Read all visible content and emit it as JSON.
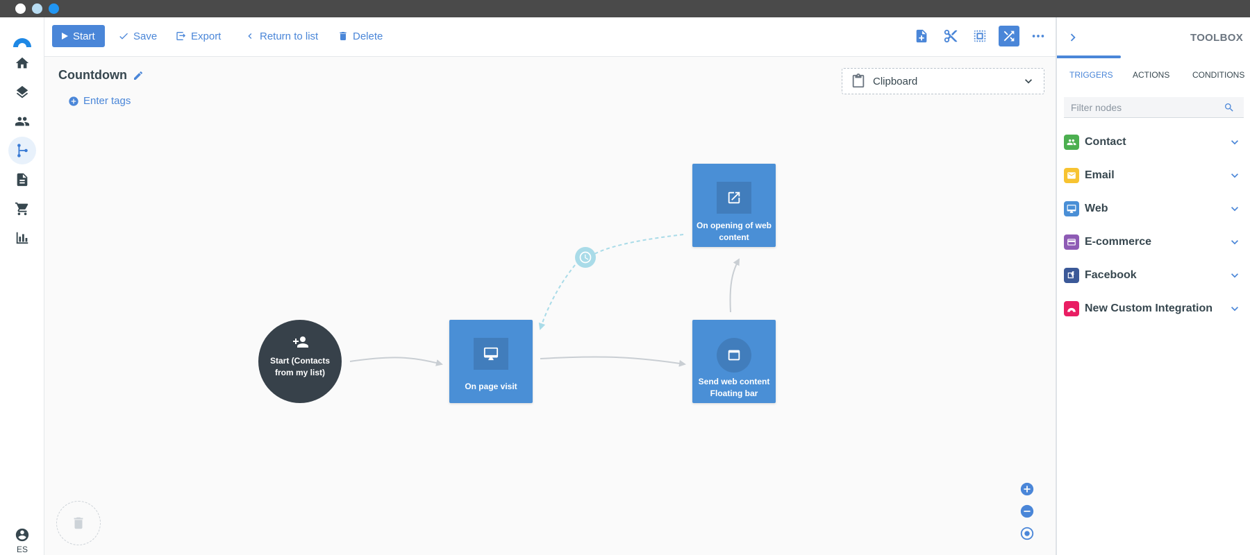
{
  "colors": {
    "accent": "#4a86d8",
    "node": "#4a8fd6",
    "start_node": "#37414a",
    "delay_link": "#a9dbe8",
    "traffic_1": "#ffffff",
    "traffic_2": "#b8dcf2",
    "traffic_3": "#2196f3"
  },
  "nav": {
    "items": [
      "home-icon",
      "layers-icon",
      "contacts-icon",
      "automation-icon",
      "document-icon",
      "cart-icon",
      "bar-chart-icon"
    ],
    "active": "automation-icon",
    "language": "ES"
  },
  "toolbar": {
    "start_label": "Start",
    "save_label": "Save",
    "export_label": "Export",
    "return_label": "Return to list",
    "delete_label": "Delete",
    "right_icons": [
      "add-note-icon",
      "scissors-icon",
      "select-area-icon",
      "shuffle-icon",
      "more-icon"
    ]
  },
  "canvas": {
    "title": "Countdown",
    "tags_label": "Enter tags",
    "clipboard_label": "Clipboard"
  },
  "flow": {
    "start_node": {
      "label": "Start (Contacts from my list)",
      "icon": "contacts-icon"
    },
    "nodes": [
      {
        "id": "page-visit",
        "label": "On page visit",
        "icon": "monitor-icon"
      },
      {
        "id": "send-web-content",
        "label": "Send web content Floating bar",
        "icon": "browser-window-icon"
      },
      {
        "id": "opening-web-content",
        "label": "On opening of web content",
        "icon": "open-external-icon"
      }
    ],
    "delay_icon": "clock-icon"
  },
  "toolbox": {
    "title": "TOOLBOX",
    "tabs": [
      "TRIGGERS",
      "ACTIONS",
      "CONDITIONS"
    ],
    "active_tab": "TRIGGERS",
    "filter_placeholder": "Filter nodes",
    "categories": [
      {
        "label": "Contact",
        "color": "#4caf50",
        "icon": "contacts-icon"
      },
      {
        "label": "Email",
        "color": "#f7c331",
        "icon": "envelope-icon"
      },
      {
        "label": "Web",
        "color": "#4a8fd6",
        "icon": "monitor-icon"
      },
      {
        "label": "E-commerce",
        "color": "#8e5bb5",
        "icon": "card-icon"
      },
      {
        "label": "Facebook",
        "color": "#3b5998",
        "icon": "facebook-icon"
      },
      {
        "label": "New Custom Integration",
        "color": "#e91e63",
        "icon": "integration-icon"
      }
    ]
  }
}
